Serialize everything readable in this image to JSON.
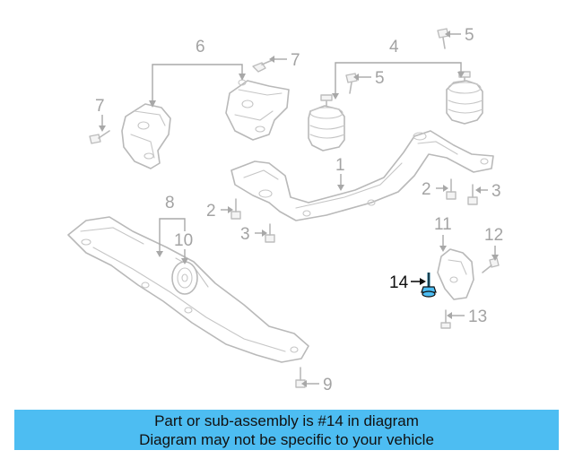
{
  "diagram": {
    "callouts": {
      "c1": "1",
      "c2a": "2",
      "c2b": "2",
      "c3a": "3",
      "c3b": "3",
      "c4": "4",
      "c5a": "5",
      "c5b": "5",
      "c6": "6",
      "c7a": "7",
      "c7b": "7",
      "c8": "8",
      "c9": "9",
      "c10": "10",
      "c11": "11",
      "c12": "12",
      "c13": "13",
      "c14": "14"
    },
    "highlighted_part": "14",
    "highlight_color": "#4dbdf2"
  },
  "banner": {
    "line1": "Part or sub-assembly is #14 in diagram",
    "line2": "Diagram may not be specific to your vehicle",
    "background": "#4dbdf2"
  }
}
